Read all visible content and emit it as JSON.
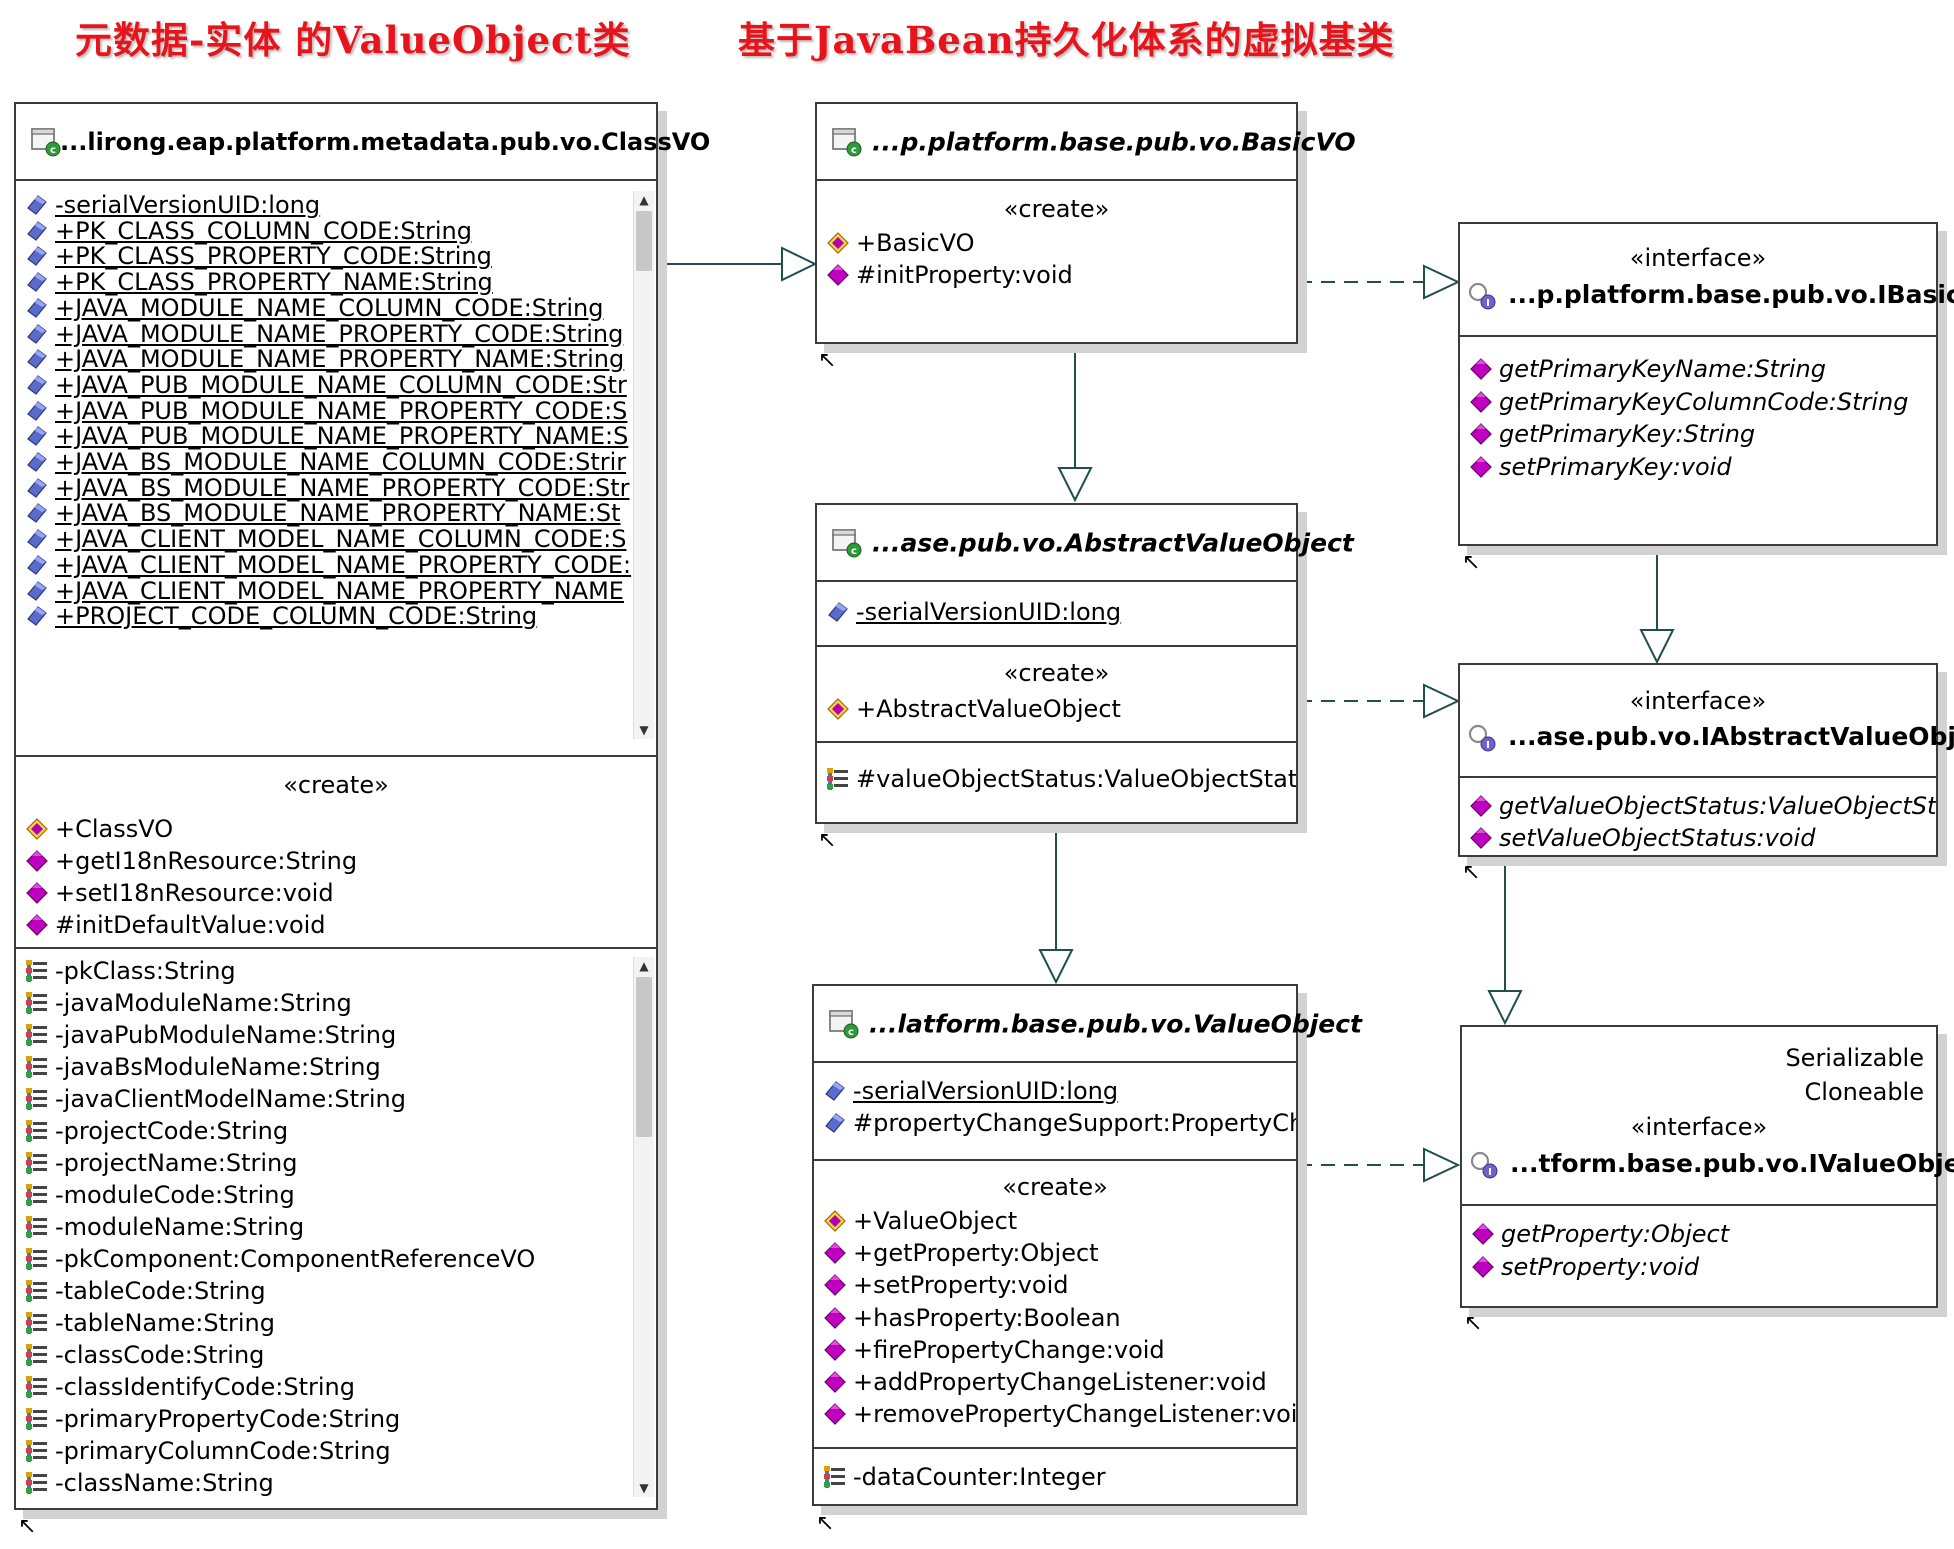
{
  "captions": {
    "left": "元数据-实体 的ValueObject类",
    "right": "基于JavaBean持久化体系的虚拟基类"
  },
  "colors": {
    "caption": "#e8141c",
    "connector": "#1f4f4f",
    "method_icon": "#c000c0",
    "field_icon": "#5b6cc8"
  },
  "classvo": {
    "title": "...lirong.eap.platform.metadata.pub.vo.ClassVO",
    "constants": [
      "-serialVersionUID:long",
      "+PK_CLASS_COLUMN_CODE:String",
      "+PK_CLASS_PROPERTY_CODE:String",
      "+PK_CLASS_PROPERTY_NAME:String",
      "+JAVA_MODULE_NAME_COLUMN_CODE:String",
      "+JAVA_MODULE_NAME_PROPERTY_CODE:String",
      "+JAVA_MODULE_NAME_PROPERTY_NAME:String",
      "+JAVA_PUB_MODULE_NAME_COLUMN_CODE:Str",
      "+JAVA_PUB_MODULE_NAME_PROPERTY_CODE:S",
      "+JAVA_PUB_MODULE_NAME_PROPERTY_NAME:S",
      "+JAVA_BS_MODULE_NAME_COLUMN_CODE:Strir",
      "+JAVA_BS_MODULE_NAME_PROPERTY_CODE:Str",
      "+JAVA_BS_MODULE_NAME_PROPERTY_NAME:St",
      "+JAVA_CLIENT_MODEL_NAME_COLUMN_CODE:S",
      "+JAVA_CLIENT_MODEL_NAME_PROPERTY_CODE:",
      "+JAVA_CLIENT_MODEL_NAME_PROPERTY_NAME",
      "+PROJECT_CODE_COLUMN_CODE:String"
    ],
    "stereotype": "«create»",
    "methods": [
      {
        "text": "+ClassVO",
        "kind": "constructor"
      },
      {
        "text": "+getI18nResource:String",
        "kind": "method"
      },
      {
        "text": "+setI18nResource:void",
        "kind": "method"
      },
      {
        "text": "#initDefaultValue:void",
        "kind": "method"
      }
    ],
    "fields": [
      "-pkClass:String",
      "-javaModuleName:String",
      "-javaPubModuleName:String",
      "-javaBsModuleName:String",
      "-javaClientModelName:String",
      "-projectCode:String",
      "-projectName:String",
      "-moduleCode:String",
      "-moduleName:String",
      "-pkComponent:ComponentReferenceVO",
      "-tableCode:String",
      "-tableName:String",
      "-classCode:String",
      "-classIdentifyCode:String",
      "-primaryPropertyCode:String",
      "-primaryColumnCode:String",
      "-className:String"
    ]
  },
  "basicvo": {
    "title": "...p.platform.base.pub.vo.BasicVO",
    "stereotype": "«create»",
    "methods": [
      {
        "text": "+BasicVO",
        "kind": "constructor"
      },
      {
        "text": "#initProperty:void",
        "kind": "method"
      }
    ]
  },
  "abstractvo": {
    "title": "...ase.pub.vo.AbstractValueObject",
    "constants": [
      "-serialVersionUID:long"
    ],
    "stereotype": "«create»",
    "methods": [
      {
        "text": "+AbstractValueObject",
        "kind": "constructor"
      }
    ],
    "fields": [
      "#valueObjectStatus:ValueObjectStatu"
    ]
  },
  "valueobject": {
    "title": "...latform.base.pub.vo.ValueObject",
    "constants": [
      {
        "text": "-serialVersionUID:long",
        "underline": true
      },
      {
        "text": "#propertyChangeSupport:PropertyCh",
        "underline": false
      }
    ],
    "stereotype": "«create»",
    "methods": [
      {
        "text": "+ValueObject",
        "kind": "constructor"
      },
      {
        "text": "+getProperty:Object",
        "kind": "method"
      },
      {
        "text": "+setProperty:void",
        "kind": "method"
      },
      {
        "text": "+hasProperty:Boolean",
        "kind": "method"
      },
      {
        "text": "+firePropertyChange:void",
        "kind": "method"
      },
      {
        "text": "+addPropertyChangeListener:void",
        "kind": "method"
      },
      {
        "text": "+removePropertyChangeListener:void",
        "kind": "method"
      }
    ],
    "fields": [
      "-dataCounter:Integer"
    ]
  },
  "ibasicvo": {
    "stereotype": "«interface»",
    "title": "...p.platform.base.pub.vo.IBasicVO",
    "methods": [
      "getPrimaryKeyName:String",
      "getPrimaryKeyColumnCode:String",
      "getPrimaryKey:String",
      "setPrimaryKey:void"
    ]
  },
  "iabstractvo": {
    "stereotype": "«interface»",
    "title": "...ase.pub.vo.IAbstractValueObject",
    "methods": [
      "getValueObjectStatus:ValueObjectSta",
      "setValueObjectStatus:void"
    ]
  },
  "ivalueobject": {
    "extends": [
      "Serializable",
      "Cloneable"
    ],
    "stereotype": "«interface»",
    "title": "...tform.base.pub.vo.IValueObject",
    "methods": [
      "getProperty:Object",
      "setProperty:void"
    ]
  },
  "corner_glyph": "↖"
}
